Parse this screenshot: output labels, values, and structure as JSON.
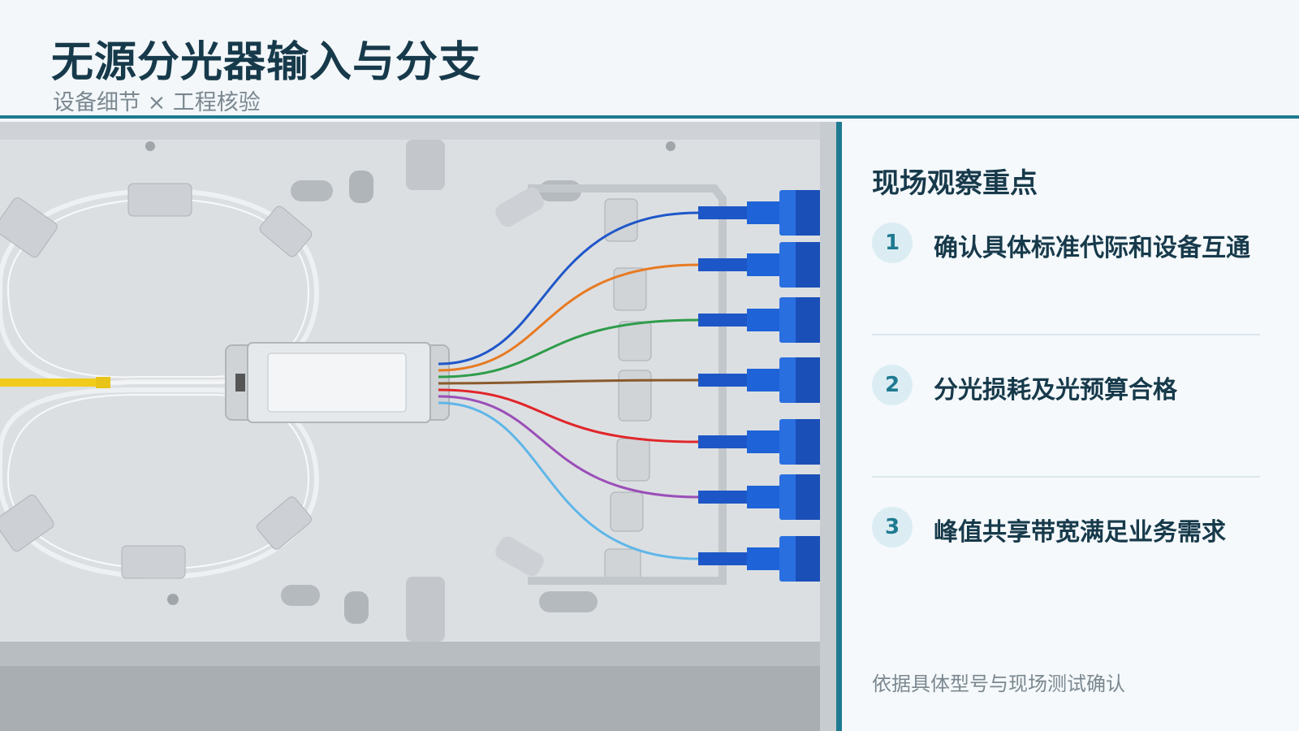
{
  "header": {
    "title": "无源分光器输入与分支",
    "subtitle": "设备细节 × 工程核验"
  },
  "panel": {
    "heading": "现场观察重点",
    "items": [
      {
        "num": "1",
        "text": "确认具体标准代际和设备互通"
      },
      {
        "num": "2",
        "text": "分光损耗及光预算合格"
      },
      {
        "num": "3",
        "text": "峰值共享带宽满足业务需求"
      }
    ],
    "footnote": "依据具体型号与现场测试确认"
  },
  "colors": {
    "accent": "#1f7a91",
    "title": "#173a4b",
    "muted": "#7b8890",
    "badge_bg": "#dbedf3"
  },
  "photo": {
    "subject": "splitter-tray-photo",
    "fiber_colors": [
      "#1f57c9",
      "#e77a22",
      "#2e9c4a",
      "#8a5a2b",
      "#e0262a",
      "#9b4fb8",
      "#5fb6e8"
    ]
  }
}
